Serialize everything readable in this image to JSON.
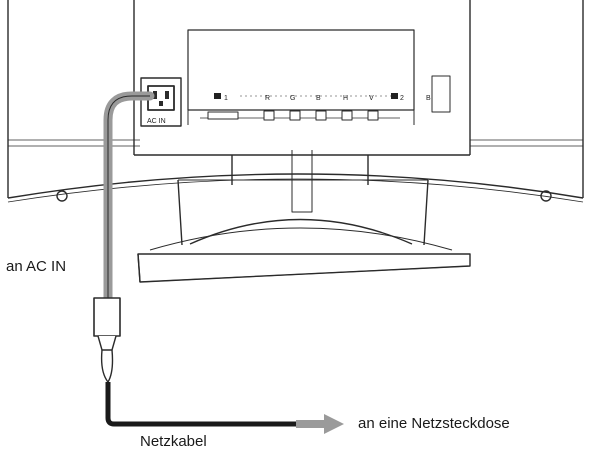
{
  "labels": {
    "ac_in_callout": "an AC IN",
    "outlet_callout": "an eine Netzsteckdose",
    "cable_name": "Netzkabel",
    "socket_plate": "AC IN"
  },
  "connector_labels": {
    "input1": "1",
    "input2": "2",
    "r1": "R",
    "g1": "G",
    "b1": "B",
    "h": "H",
    "v": "V",
    "right_port": "B"
  },
  "colors": {
    "line": "#2b2b2b",
    "cable": "#1a1a1a",
    "arrow": "#9a9a9a",
    "panel": "#ffffff",
    "shade": "#d8d8d8"
  },
  "icons": {
    "input_symbol": "input-connector-icon"
  }
}
